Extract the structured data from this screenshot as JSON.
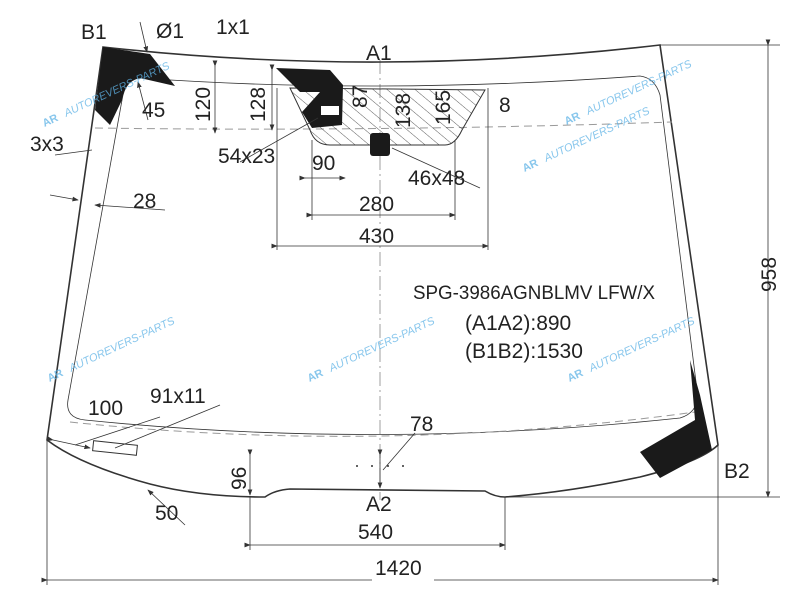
{
  "part_code": "SPG-3986AGNBLMV LFW/X",
  "a1a2": "(A1A2):890",
  "b1b2": "(B1B2):1530",
  "points": {
    "b1": "B1",
    "b2": "B2",
    "a1": "A1",
    "a2": "A2"
  },
  "dimensions": {
    "hole_diameter": "Ø1",
    "d_1x1": "1x1",
    "d_45": "45",
    "d_120": "120",
    "d_128": "128",
    "d_87": "87",
    "d_138": "138",
    "d_165": "165",
    "d_8": "8",
    "d_3x3": "3x3",
    "d_54x23": "54x23",
    "d_90": "90",
    "d_46x48": "46x48",
    "d_28": "28",
    "d_280": "280",
    "d_430": "430",
    "d_958": "958",
    "d_100": "100",
    "d_91x11": "91x11",
    "d_78": "78",
    "d_96": "96",
    "d_50": "50",
    "d_540": "540",
    "d_1420": "1420"
  },
  "watermark": {
    "text": "AUTOREVERS-PARTS",
    "logo": "AR"
  },
  "colors": {
    "line": "#333333",
    "print": "#1a1a1a",
    "watermark": "#5fb3e6"
  }
}
